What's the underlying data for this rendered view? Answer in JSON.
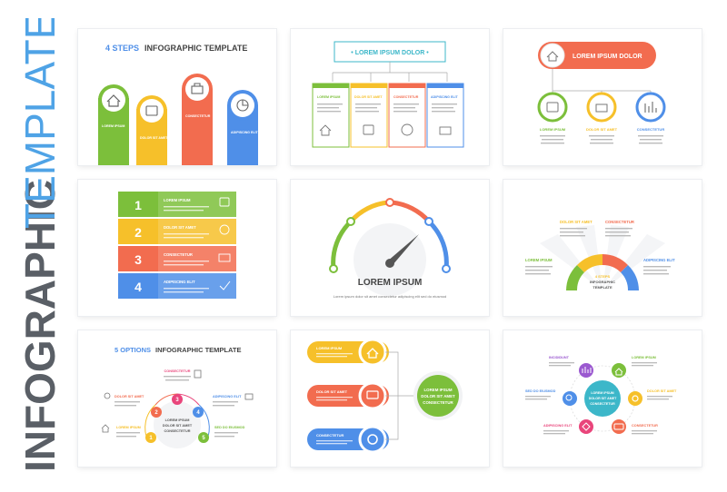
{
  "sidebar": {
    "word1": "INFOGRAPHIC",
    "word2": "TEMPLATES",
    "color1": "#5a5f66",
    "color2": "#4fa3e6"
  },
  "colors": {
    "green": "#7cbf3b",
    "yellow": "#f6c02a",
    "orange": "#f26c4f",
    "blue": "#4f8fe8",
    "pink": "#e9457b",
    "purple": "#9b59d0",
    "teal": "#3cb7c9"
  },
  "card1": {
    "steps": "4 STEPS",
    "title": "INFOGRAPHIC TEMPLATE",
    "labels": [
      "LOREM IPSUM",
      "DOLOR SIT AMET",
      "CONSECTETUR",
      "ADIPISCING ELIT"
    ],
    "icons": [
      "house-icon",
      "calendar-icon",
      "briefcase-icon",
      "pie-chart-icon"
    ]
  },
  "card2": {
    "title": "• LOREM IPSUM DOLOR •",
    "labels": [
      "LOREM IPSUM",
      "DOLOR SIT AMET",
      "CONSECTETUR",
      "ADIPISCING ELIT"
    ],
    "icons": [
      "house-icon",
      "calendar-icon",
      "pie-chart-icon",
      "briefcase-icon"
    ]
  },
  "card3": {
    "title": "LOREM IPSUM DOLOR",
    "labels": [
      "LOREM IPSUM",
      "DOLOR SIT AMET",
      "CONSECTETUR"
    ],
    "icons": [
      "house-icon",
      "calendar-icon",
      "briefcase-icon",
      "chart-icon"
    ]
  },
  "card4": {
    "numbers": [
      "1",
      "2",
      "3",
      "4"
    ],
    "labels": [
      "LOREM IPSUM",
      "DOLOR SIT AMET",
      "CONSECTETUR",
      "ADIPISCING ELIT"
    ],
    "icons": [
      "calendar-icon",
      "pie-chart-icon",
      "briefcase-icon",
      "check-icon"
    ]
  },
  "card5": {
    "title": "LOREM IPSUM",
    "subtitle": "Lorem ipsum dolor sit amet consectetur adipiscing elit sed do eiusmod"
  },
  "card6": {
    "labels": [
      "LOREM IPSUM",
      "DOLOR SIT AMET",
      "CONSECTETUR",
      "ADIPISCING ELIT"
    ],
    "center": [
      "4 STEPS",
      "INFOGRAPHIC",
      "TEMPLATE"
    ]
  },
  "card7": {
    "options": "5 OPTIONS",
    "title": "INFOGRAPHIC TEMPLATE",
    "labels": [
      "CONSECTETUR",
      "DOLOR SIT AMET",
      "ADIPISCING ELIT",
      "LOREM IPSUM",
      "SED DO EIUSMOD"
    ],
    "numbers": [
      "1",
      "2",
      "3",
      "4",
      "5"
    ],
    "center": [
      "LOREM IPSUM",
      "DOLOR SIT AMET",
      "CONSECTETUR"
    ]
  },
  "card8": {
    "labels": [
      "LOREM IPSUM",
      "DOLOR SIT AMET",
      "CONSECTETUR"
    ],
    "center": [
      "LOREM IPSUM",
      "DOLOR SIT AMET",
      "CONSECTETUR"
    ],
    "icons": [
      "house-icon",
      "chat-icon",
      "gear-icon"
    ]
  },
  "card9": {
    "labels": [
      "INCIDIDUNT",
      "LOREM IPSUM",
      "SED DO EIUSMOD",
      "DOLOR SIT AMET",
      "ADIPISCING ELIT",
      "CONSECTETUR"
    ],
    "center": [
      "LOREM IPSUM",
      "DOLOR SIT AMET",
      "CONSECTETUR"
    ]
  }
}
